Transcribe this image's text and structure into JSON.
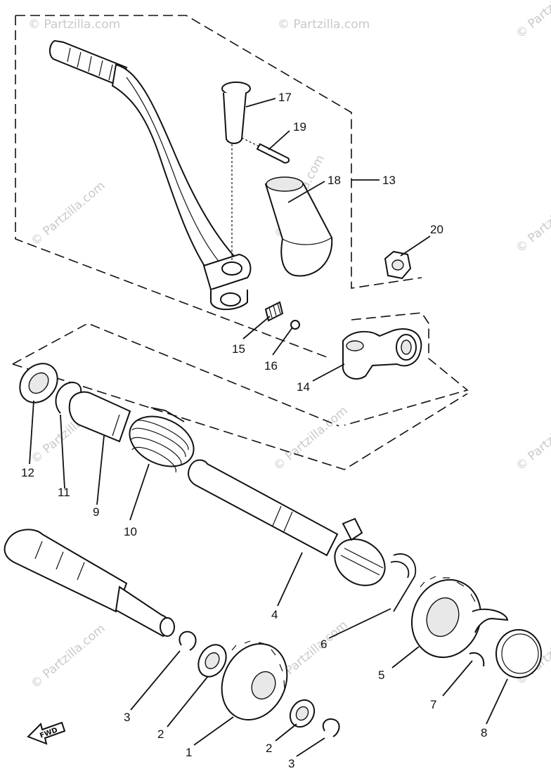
{
  "watermark": "© Partzilla.com",
  "fwd_label": "FWD",
  "parts": [
    {
      "no": "1",
      "name": "primary-kick-gear"
    },
    {
      "no": "2",
      "name": "thrust-washer"
    },
    {
      "no": "3",
      "name": "circlip"
    },
    {
      "no": "4",
      "name": "kick-axle"
    },
    {
      "no": "5",
      "name": "kick-gear"
    },
    {
      "no": "6",
      "name": "clip"
    },
    {
      "no": "7",
      "name": "circlip"
    },
    {
      "no": "8",
      "name": "circlip-large"
    },
    {
      "no": "9",
      "name": "spring-guide"
    },
    {
      "no": "10",
      "name": "torsion-spring"
    },
    {
      "no": "11",
      "name": "circlip"
    },
    {
      "no": "12",
      "name": "oil-seal"
    },
    {
      "no": "13",
      "name": "kick-crank-assembly"
    },
    {
      "no": "14",
      "name": "kick-crank-boss"
    },
    {
      "no": "15",
      "name": "spring"
    },
    {
      "no": "16",
      "name": "ball"
    },
    {
      "no": "17",
      "name": "pin"
    },
    {
      "no": "18",
      "name": "kick-crank-knob"
    },
    {
      "no": "19",
      "name": "cotter-pin"
    },
    {
      "no": "20",
      "name": "nut"
    }
  ]
}
